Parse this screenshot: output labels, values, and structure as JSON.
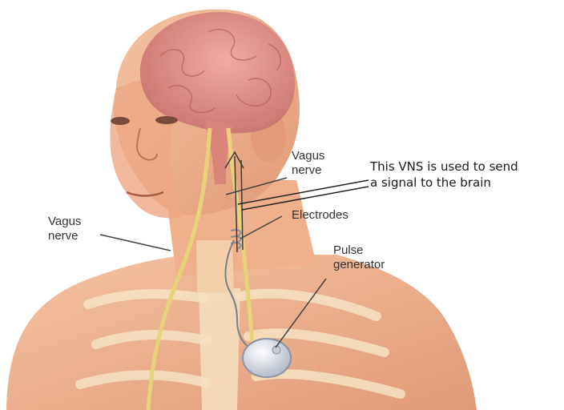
{
  "labels": {
    "vagus_nerve_upper": [
      "Vagus",
      "nerve"
    ],
    "vagus_nerve_left": [
      "Vagus",
      "nerve"
    ],
    "electrodes": "Electrodes",
    "pulse_generator": [
      "Pulse",
      "generator"
    ]
  },
  "annotation": {
    "line1": "This VNS is used to send",
    "line2": "a signal to the brain"
  },
  "colors": {
    "skin": "#f0b894",
    "brain": "#e4918a",
    "nerve": "#e8d27a",
    "bone": "#f3d9b5",
    "device": "#e9ecf1"
  }
}
